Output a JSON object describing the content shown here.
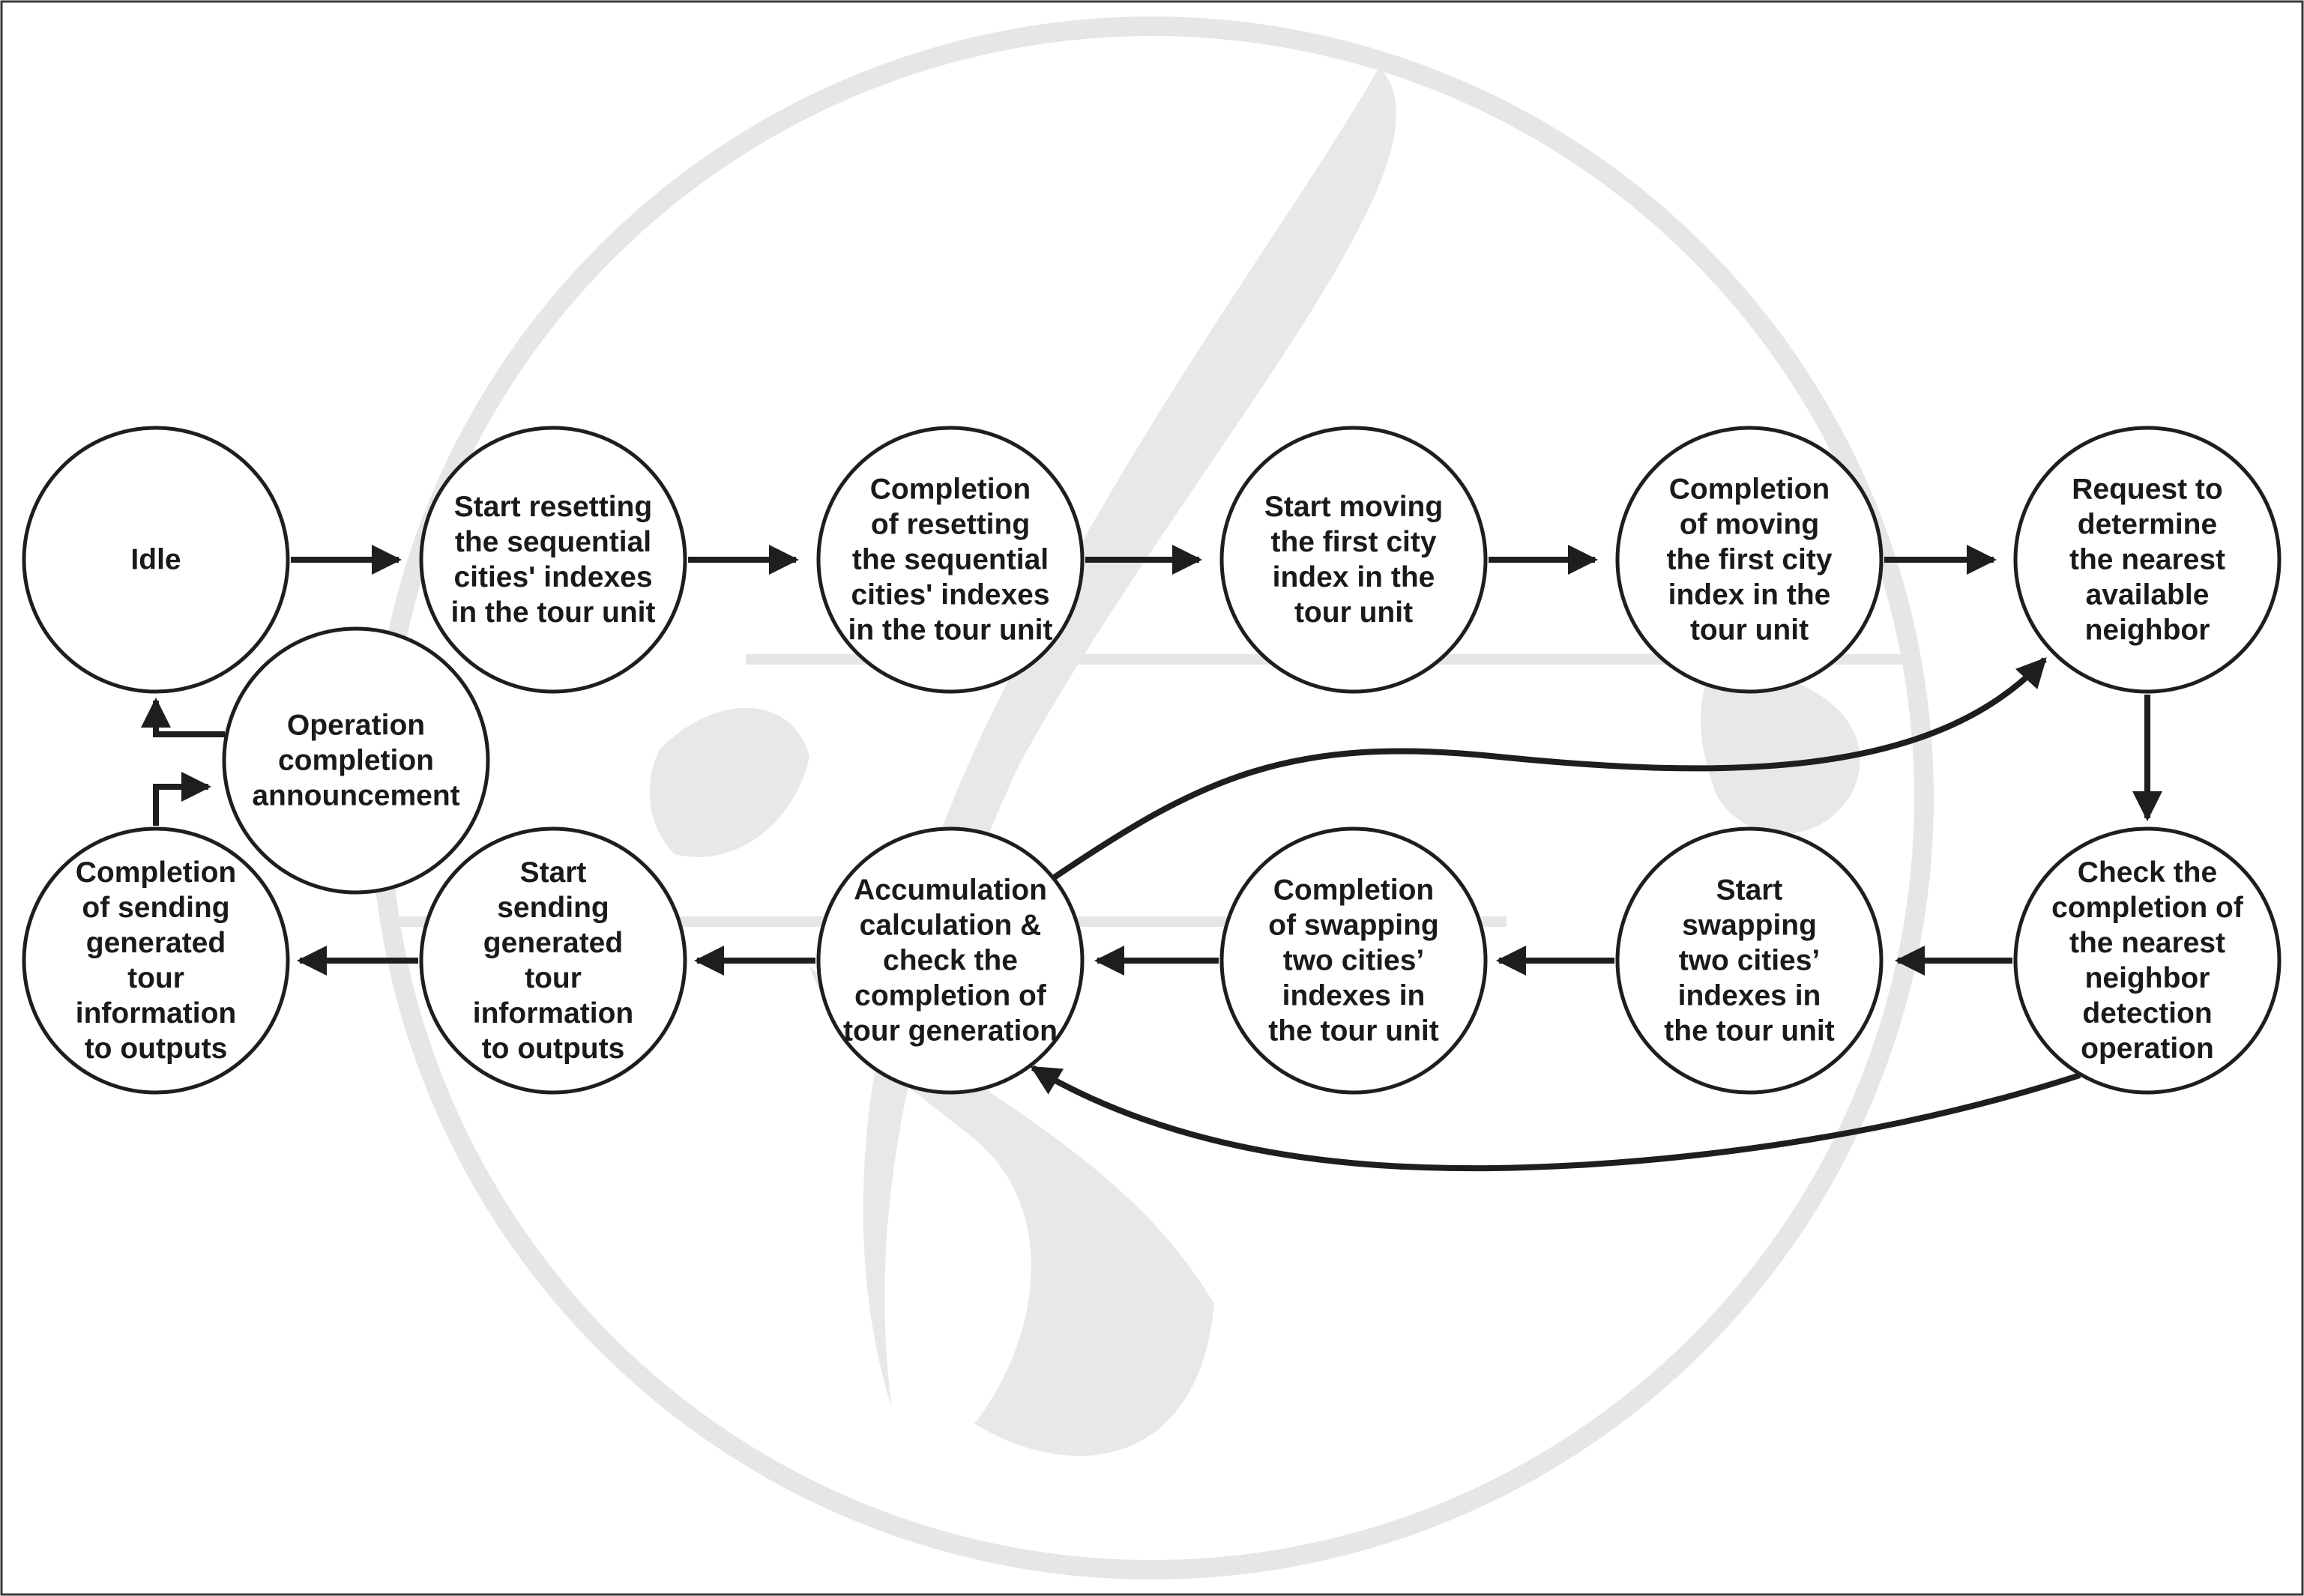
{
  "nodes": [
    {
      "id": "idle",
      "lines": [
        "Idle"
      ]
    },
    {
      "id": "start-reset",
      "lines": [
        "Start resetting",
        "the sequential",
        "cities' indexes",
        "in the tour unit"
      ]
    },
    {
      "id": "complete-reset",
      "lines": [
        "Completion",
        "of resetting",
        "the sequential",
        "cities' indexes",
        "in the tour unit"
      ]
    },
    {
      "id": "start-move",
      "lines": [
        "Start moving",
        "the first city",
        "index in the",
        "tour unit"
      ]
    },
    {
      "id": "complete-move",
      "lines": [
        "Completion",
        "of moving",
        "the first city",
        "index in the",
        "tour unit"
      ]
    },
    {
      "id": "request-neighbor",
      "lines": [
        "Request to",
        "determine",
        "the nearest",
        "available",
        "neighbor"
      ]
    },
    {
      "id": "check-neighbor",
      "lines": [
        "Check the",
        "completion of",
        "the nearest",
        "neighbor",
        "detection",
        "operation"
      ]
    },
    {
      "id": "start-swap",
      "lines": [
        "Start",
        "swapping",
        "two cities’",
        "indexes in",
        "the tour unit"
      ]
    },
    {
      "id": "complete-swap",
      "lines": [
        "Completion",
        "of swapping",
        "two cities’",
        "indexes in",
        "the tour unit"
      ]
    },
    {
      "id": "accumulate",
      "lines": [
        "Accumulation",
        "calculation &",
        "check the",
        "completion of",
        "tour generation"
      ]
    },
    {
      "id": "start-send",
      "lines": [
        "Start",
        "sending",
        "generated",
        "tour",
        "information",
        "to outputs"
      ]
    },
    {
      "id": "complete-send",
      "lines": [
        "Completion",
        "of sending",
        "generated",
        "tour",
        "information",
        "to outputs"
      ]
    },
    {
      "id": "announce",
      "lines": [
        "Operation",
        "completion",
        "announcement"
      ]
    }
  ],
  "edges": [
    {
      "from": "idle",
      "to": "start-reset"
    },
    {
      "from": "start-reset",
      "to": "complete-reset"
    },
    {
      "from": "complete-reset",
      "to": "start-move"
    },
    {
      "from": "start-move",
      "to": "complete-move"
    },
    {
      "from": "complete-move",
      "to": "request-neighbor"
    },
    {
      "from": "request-neighbor",
      "to": "check-neighbor"
    },
    {
      "from": "check-neighbor",
      "to": "start-swap"
    },
    {
      "from": "start-swap",
      "to": "complete-swap"
    },
    {
      "from": "complete-swap",
      "to": "accumulate"
    },
    {
      "from": "accumulate",
      "to": "start-send"
    },
    {
      "from": "start-send",
      "to": "complete-send"
    },
    {
      "from": "complete-send",
      "to": "announce"
    },
    {
      "from": "announce",
      "to": "idle"
    },
    {
      "from": "accumulate",
      "to": "request-neighbor"
    },
    {
      "from": "check-neighbor",
      "to": "accumulate"
    }
  ],
  "colors": {
    "stroke": "#1e1e1e",
    "text": "#1a1a1a",
    "watermark": "#e6e6e6",
    "background": "#ffffff"
  }
}
